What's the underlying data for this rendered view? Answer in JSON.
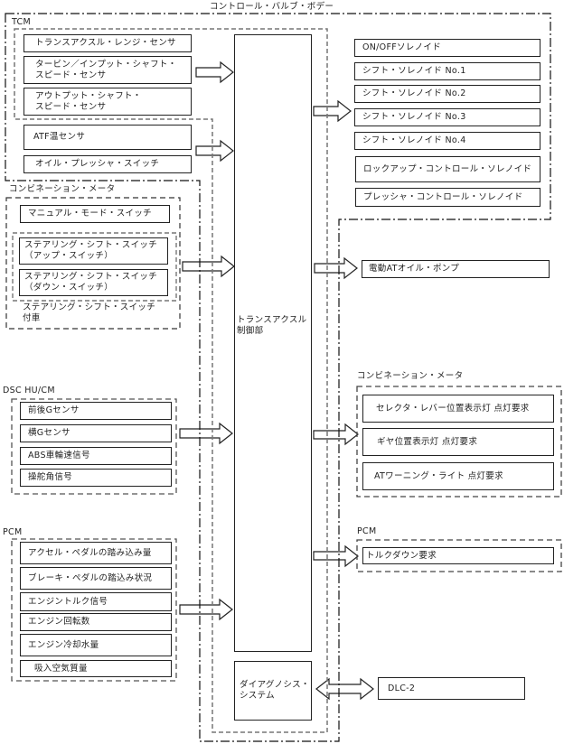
{
  "control_valve_body": {
    "label": "コントロール・バルブ・ボデー",
    "items": [
      "ATF温センサ",
      "オイル・プレッシャ・スイッチ"
    ]
  },
  "tcm": {
    "label": "TCM",
    "sensors": [
      "トランスアクスル・レンジ・センサ",
      "タービン／インプット・シャフト・\nスピード・センサ",
      "アウトプット・シャフト・\nスピード・センサ"
    ]
  },
  "combination_meter_in": {
    "label": "コンビネーション・メータ",
    "switch": "マニュアル・モード・スイッチ",
    "steering_group": {
      "label": "ステアリング・シフト・スイッチ\n付車",
      "switches": [
        "ステアリング・シフト・スイッチ\n（アップ・スイッチ）",
        "ステアリング・シフト・スイッチ\n（ダウン・スイッチ）"
      ]
    }
  },
  "dsc": {
    "label": "DSC HU/CM",
    "signals": [
      "前後Gセンサ",
      "横Gセンサ",
      "ABS車輪速信号",
      "操舵角信号"
    ]
  },
  "pcm_in": {
    "label": "PCM",
    "signals": [
      "アクセル・ペダルの踏み込み量",
      "ブレーキ・ペダルの踏込み状況",
      "エンジントルク信号",
      "エンジン回転数",
      "エンジン冷却水量",
      "吸入空気質量"
    ]
  },
  "controller": {
    "label": "トランスアクスル\n制御部"
  },
  "diagnosis": {
    "label": "ダイアグノシス・\nシステム"
  },
  "solenoids": [
    "ON/OFFソレノイド",
    "シフト・ソレノイド No.1",
    "シフト・ソレノイド No.2",
    "シフト・ソレノイド No.3",
    "シフト・ソレノイド No.4",
    "ロックアップ・コントロール・ソレノイド",
    "プレッシャ・コントロール・ソレノイド"
  ],
  "oil_pump": "電動ATオイル・ポンプ",
  "combination_meter_out": {
    "label": "コンビネーション・メータ",
    "requests": [
      "セレクタ・レバー位置表示灯 点灯要求",
      "ギヤ位置表示灯 点灯要求",
      "ATワーニング・ライト 点灯要求"
    ]
  },
  "pcm_out": {
    "label": "PCM",
    "requests": [
      "トルクダウン要求"
    ]
  },
  "dlc": "DLC-2"
}
